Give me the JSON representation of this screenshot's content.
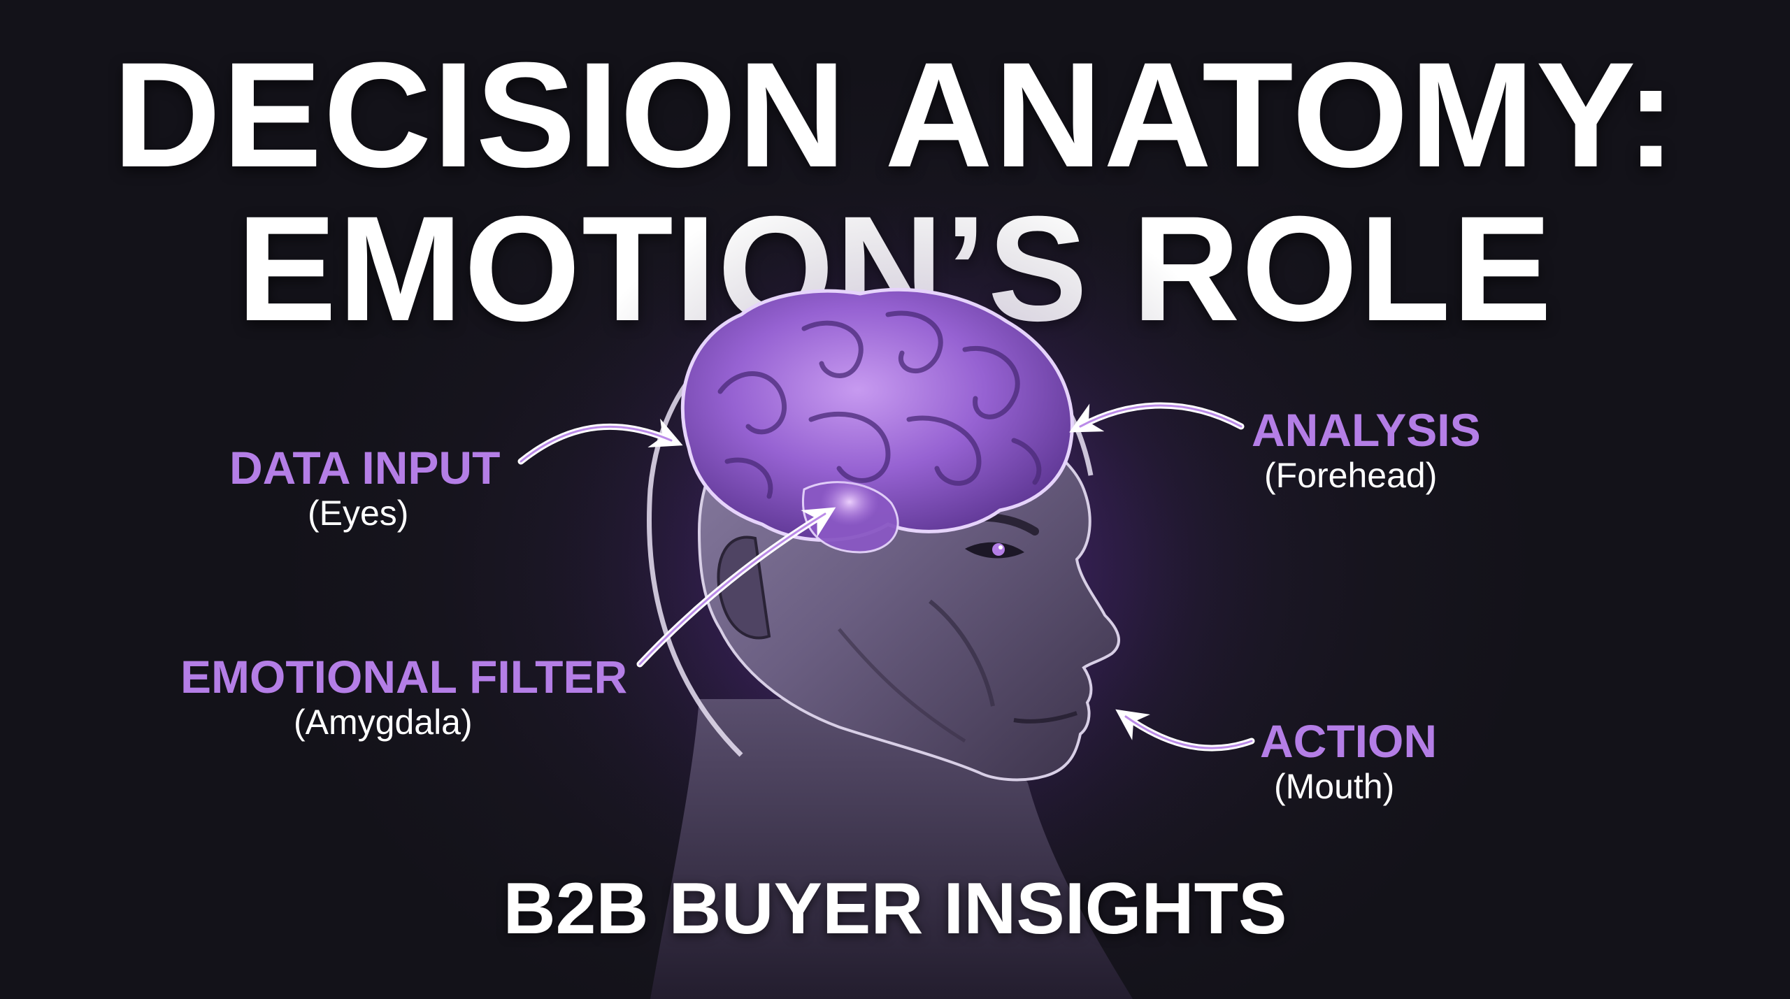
{
  "title": {
    "line1": "DECISION ANATOMY:",
    "line2": "EMOTION’S ROLE"
  },
  "labels": [
    {
      "id": "data-input",
      "heading": "DATA INPUT",
      "sub": "(Eyes)"
    },
    {
      "id": "analysis",
      "heading": "ANALYSIS",
      "sub": "(Forehead)"
    },
    {
      "id": "emotional-filter",
      "heading": "EMOTIONAL FILTER",
      "sub": "(Amygdala)"
    },
    {
      "id": "action",
      "heading": "ACTION",
      "sub": "(Mouth)"
    }
  ],
  "footer": "B2B BUYER INSIGHTS",
  "colors": {
    "background": "#16141d",
    "accent": "#b47ee6",
    "text": "#ffffff",
    "brain": "#8d5bc9",
    "face": "#6a5e80"
  },
  "icons": [
    "head-profile-illustration",
    "brain-illustration",
    "arrow-icon"
  ]
}
